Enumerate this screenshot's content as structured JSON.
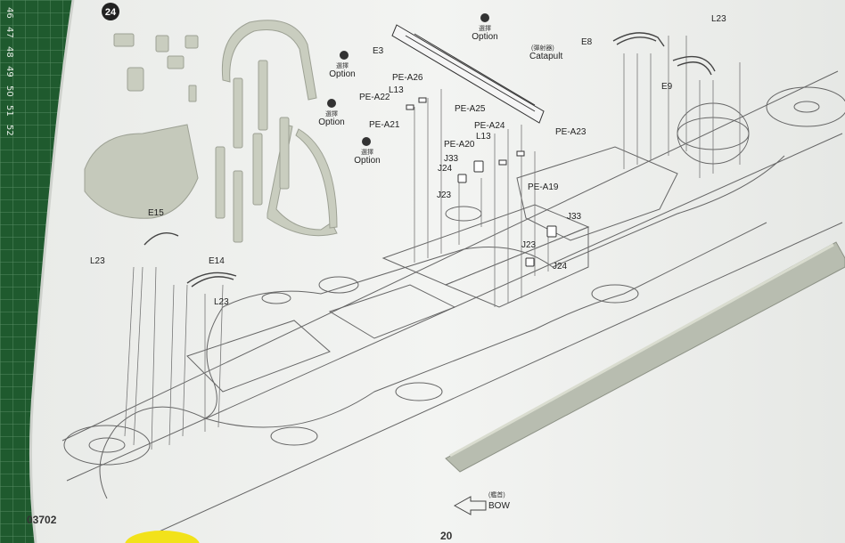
{
  "step": {
    "number": "24"
  },
  "page": {
    "code": "03702",
    "number": "20"
  },
  "ruler": {
    "ticks": [
      "46",
      "47",
      "48",
      "49",
      "50",
      "51",
      "52"
    ]
  },
  "callouts": {
    "option_cn": "選擇",
    "option_en": "Option",
    "catapult_cn": "(彈射器)",
    "catapult_en": "Catapult",
    "bow_cn": "(艦首)",
    "bow_en": "BOW"
  },
  "part_labels": {
    "e15": "E15",
    "e14": "E14",
    "e3": "E3",
    "e8": "E8",
    "e9": "E9",
    "l23_top": "L23",
    "l23_left": "L23",
    "l23_mid": "L23",
    "pe_a26": "PE-A26",
    "l13_a": "L13",
    "pe_a22": "PE-A22",
    "pe_a21": "PE-A21",
    "pe_a25": "PE-A25",
    "pe_a24": "PE-A24",
    "l13_b": "L13",
    "pe_a20": "PE-A20",
    "pe_a23": "PE-A23",
    "j33_a": "J33",
    "j24_a": "J24",
    "j23_a": "J23",
    "pe_a19": "PE-A19",
    "j33_b": "J33",
    "j23_b": "J23",
    "j24_b": "J24"
  },
  "colors": {
    "mat_green": "#1f5a2e",
    "paper": "#f0f1ef",
    "plastic_gray": "#c9cdbf",
    "line": "#555555",
    "pen_yellow": "#f2e21a"
  }
}
